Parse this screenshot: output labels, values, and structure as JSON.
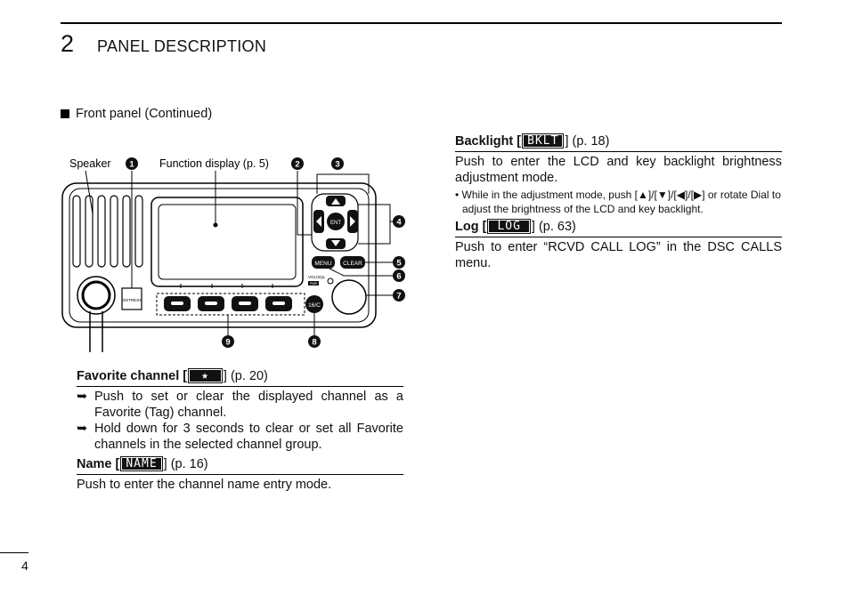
{
  "header": {
    "chapter_number": "2",
    "chapter_title": "PANEL DESCRIPTION"
  },
  "section": {
    "heading": "Front panel (Continued)"
  },
  "diagram": {
    "speaker_label": "Speaker",
    "function_display_label": "Function display (p. 5)",
    "callouts": [
      "1",
      "2",
      "3",
      "4",
      "5",
      "6",
      "7",
      "8",
      "9"
    ],
    "distress_label": "DISTRESS",
    "ent_label": "ENT",
    "menu_label": "MENU",
    "clear_label": "CLEAR",
    "vol_sql_label": "VOL/SQL",
    "pwr_label": "PWR",
    "up_icon_label": "16",
    "down_icon_label": "C"
  },
  "favorite": {
    "title": "Favorite channel [",
    "icon": "★",
    "ref": "] (p. 20)",
    "bullets": [
      "Push to set or clear the displayed channel as a Favorite (Tag) channel.",
      "Hold down for 3 seconds to clear or set all Favorite channels in the selected channel group."
    ]
  },
  "name": {
    "title": "Name [",
    "icon": "NAME",
    "ref": "] (p. 16)",
    "text": "Push to enter the channel name entry mode."
  },
  "backlight": {
    "title": "Backlight [",
    "icon": "BKLT",
    "ref": "] (p. 18)",
    "text": "Push to enter the LCD and key backlight brightness adjustment mode.",
    "note": "• While in the adjustment mode, push [▲]/[▼]/[◀]/[▶] or rotate Dial to adjust the brightness of the LCD and key backlight."
  },
  "log": {
    "title": "Log [",
    "icon": "LOG",
    "ref": "] (p. 63)",
    "text": "Push to enter “RCVD CALL LOG” in the DSC CALLS menu."
  },
  "page_number": "4"
}
